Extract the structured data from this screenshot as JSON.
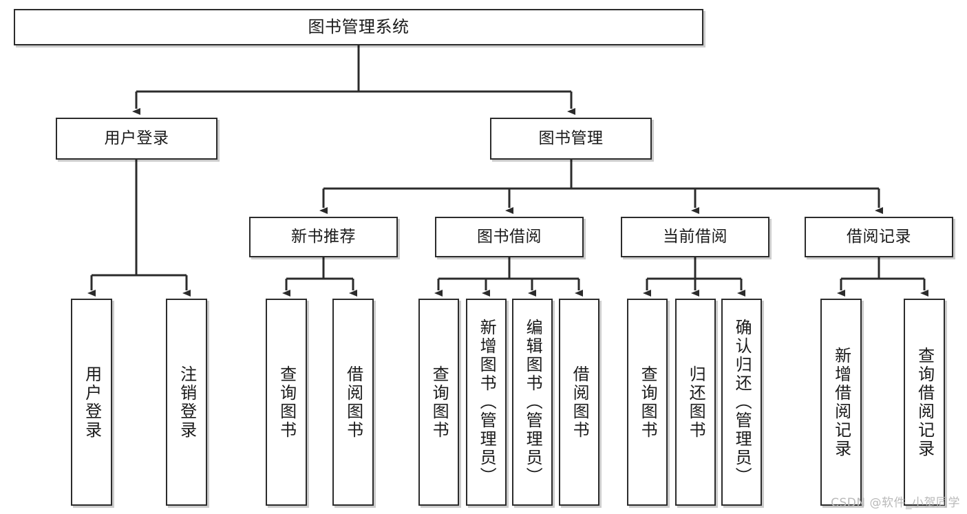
{
  "diagram": {
    "type": "tree",
    "title": "图书管理系统",
    "orientation": "top-down",
    "colors": {
      "box_border": "#2b2b2b",
      "box_fill": "#ffffff",
      "connector": "#2b2b2b",
      "background": "#ffffff",
      "watermark": "#b9b9b9"
    },
    "nodes": {
      "root": {
        "label": "图书管理系统"
      },
      "user_login": {
        "label": "用户登录"
      },
      "book_manage": {
        "label": "图书管理"
      },
      "new_book_rec": {
        "label": "新书推荐"
      },
      "book_borrow": {
        "label": "图书借阅"
      },
      "current_borrow": {
        "label": "当前借阅"
      },
      "borrow_record": {
        "label": "借阅记录"
      },
      "leaf_user_login": {
        "label": "用户登录"
      },
      "leaf_logout": {
        "label": "注销登录"
      },
      "leaf_query_book_a": {
        "label": "查询图书"
      },
      "leaf_borrow_book_a": {
        "label": "借阅图书"
      },
      "leaf_query_book_b": {
        "label": "查询图书"
      },
      "leaf_add_book": {
        "label": "新增图书（管理员）"
      },
      "leaf_edit_book": {
        "label": "编辑图书（管理员）"
      },
      "leaf_borrow_book_b": {
        "label": "借阅图书"
      },
      "leaf_query_book_c": {
        "label": "查询图书"
      },
      "leaf_return_book": {
        "label": "归还图书"
      },
      "leaf_confirm_return": {
        "label": "确认归还（管理员）"
      },
      "leaf_add_record": {
        "label": "新增借阅记录"
      },
      "leaf_query_record": {
        "label": "查询借阅记录"
      }
    },
    "edges": [
      {
        "from": "root",
        "to": "user_login"
      },
      {
        "from": "root",
        "to": "book_manage"
      },
      {
        "from": "user_login",
        "to": "leaf_user_login"
      },
      {
        "from": "user_login",
        "to": "leaf_logout"
      },
      {
        "from": "book_manage",
        "to": "new_book_rec"
      },
      {
        "from": "book_manage",
        "to": "book_borrow"
      },
      {
        "from": "book_manage",
        "to": "current_borrow"
      },
      {
        "from": "book_manage",
        "to": "borrow_record"
      },
      {
        "from": "new_book_rec",
        "to": "leaf_query_book_a"
      },
      {
        "from": "new_book_rec",
        "to": "leaf_borrow_book_a"
      },
      {
        "from": "book_borrow",
        "to": "leaf_query_book_b"
      },
      {
        "from": "book_borrow",
        "to": "leaf_add_book"
      },
      {
        "from": "book_borrow",
        "to": "leaf_edit_book"
      },
      {
        "from": "book_borrow",
        "to": "leaf_borrow_book_b"
      },
      {
        "from": "current_borrow",
        "to": "leaf_query_book_c"
      },
      {
        "from": "current_borrow",
        "to": "leaf_return_book"
      },
      {
        "from": "current_borrow",
        "to": "leaf_confirm_return"
      },
      {
        "from": "borrow_record",
        "to": "leaf_add_record"
      },
      {
        "from": "borrow_record",
        "to": "leaf_query_record"
      }
    ]
  },
  "watermark": {
    "text": "CSDN @软件_小贺同学"
  }
}
